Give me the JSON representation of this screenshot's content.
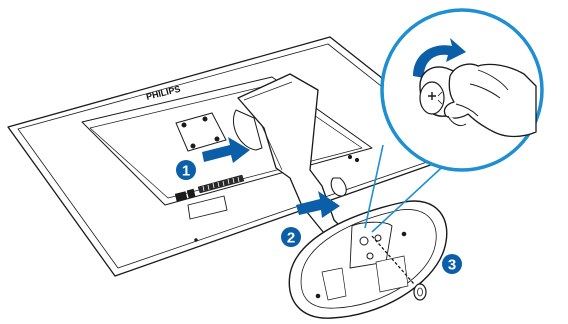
{
  "figure": {
    "brand_label": "PHILIPS",
    "steps": [
      {
        "number": "1"
      },
      {
        "number": "2"
      },
      {
        "number": "3"
      }
    ],
    "colors": {
      "outline": "#1a1a1a",
      "step_badge": "#0b5fa8",
      "arrow": "#0b5fa8",
      "callout_ring": "#1e8fd0",
      "paper": "#ffffff"
    },
    "icons": {
      "rotate": "clockwise-rotate-arrow-icon",
      "hand": "hand-turning-screw-icon",
      "screw": "thumb-screw-icon"
    }
  }
}
